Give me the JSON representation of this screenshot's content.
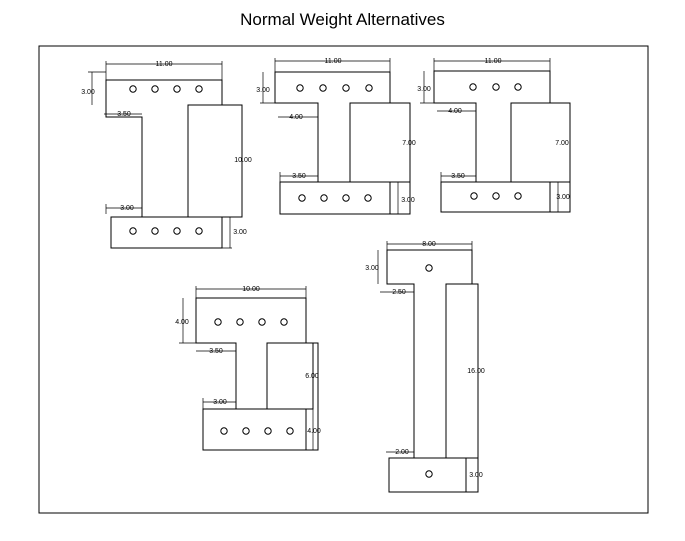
{
  "title": "Normal Weight Alternatives",
  "sections": [
    {
      "dims": [
        "11.00",
        "3.00",
        "3.50",
        "10.00",
        "3.00",
        "3.00"
      ]
    },
    {
      "dims": [
        "11.00",
        "3.00",
        "4.00",
        "7.00",
        "3.50",
        "3.00"
      ]
    },
    {
      "dims": [
        "11.00",
        "3.00",
        "4.00",
        "7.00",
        "3.50",
        "3.00"
      ]
    },
    {
      "dims": [
        "10.00",
        "4.00",
        "3.50",
        "6.00",
        "3.00",
        "4.00"
      ]
    },
    {
      "dims": [
        "8.00",
        "3.00",
        "2.50",
        "16.00",
        "2.00",
        "3.00"
      ]
    }
  ]
}
